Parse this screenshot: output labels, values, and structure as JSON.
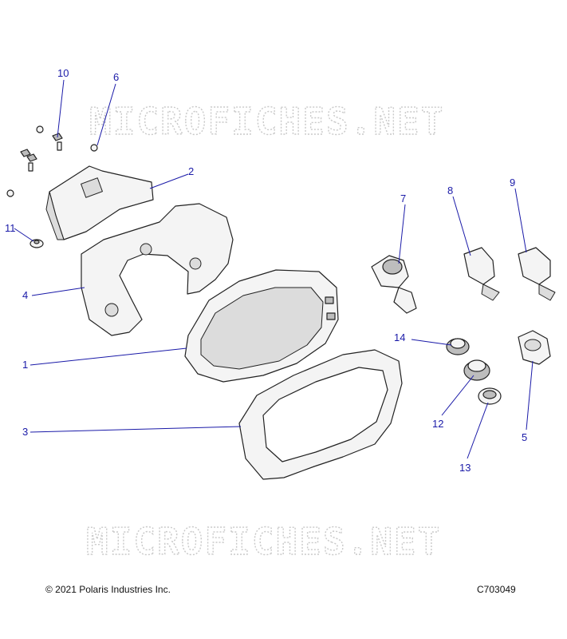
{
  "watermark": "MICROFICHES.NET",
  "footer": {
    "copyright": "© 2021 Polaris Industries Inc.",
    "drawing_id": "C703049"
  },
  "callouts": [
    "1",
    "2",
    "3",
    "4",
    "5",
    "6",
    "7",
    "8",
    "9",
    "10",
    "11",
    "12",
    "13",
    "14"
  ],
  "colors": {
    "callout": "#1a1aa8",
    "line": "#222222",
    "watermark": "#c9c9c9"
  }
}
